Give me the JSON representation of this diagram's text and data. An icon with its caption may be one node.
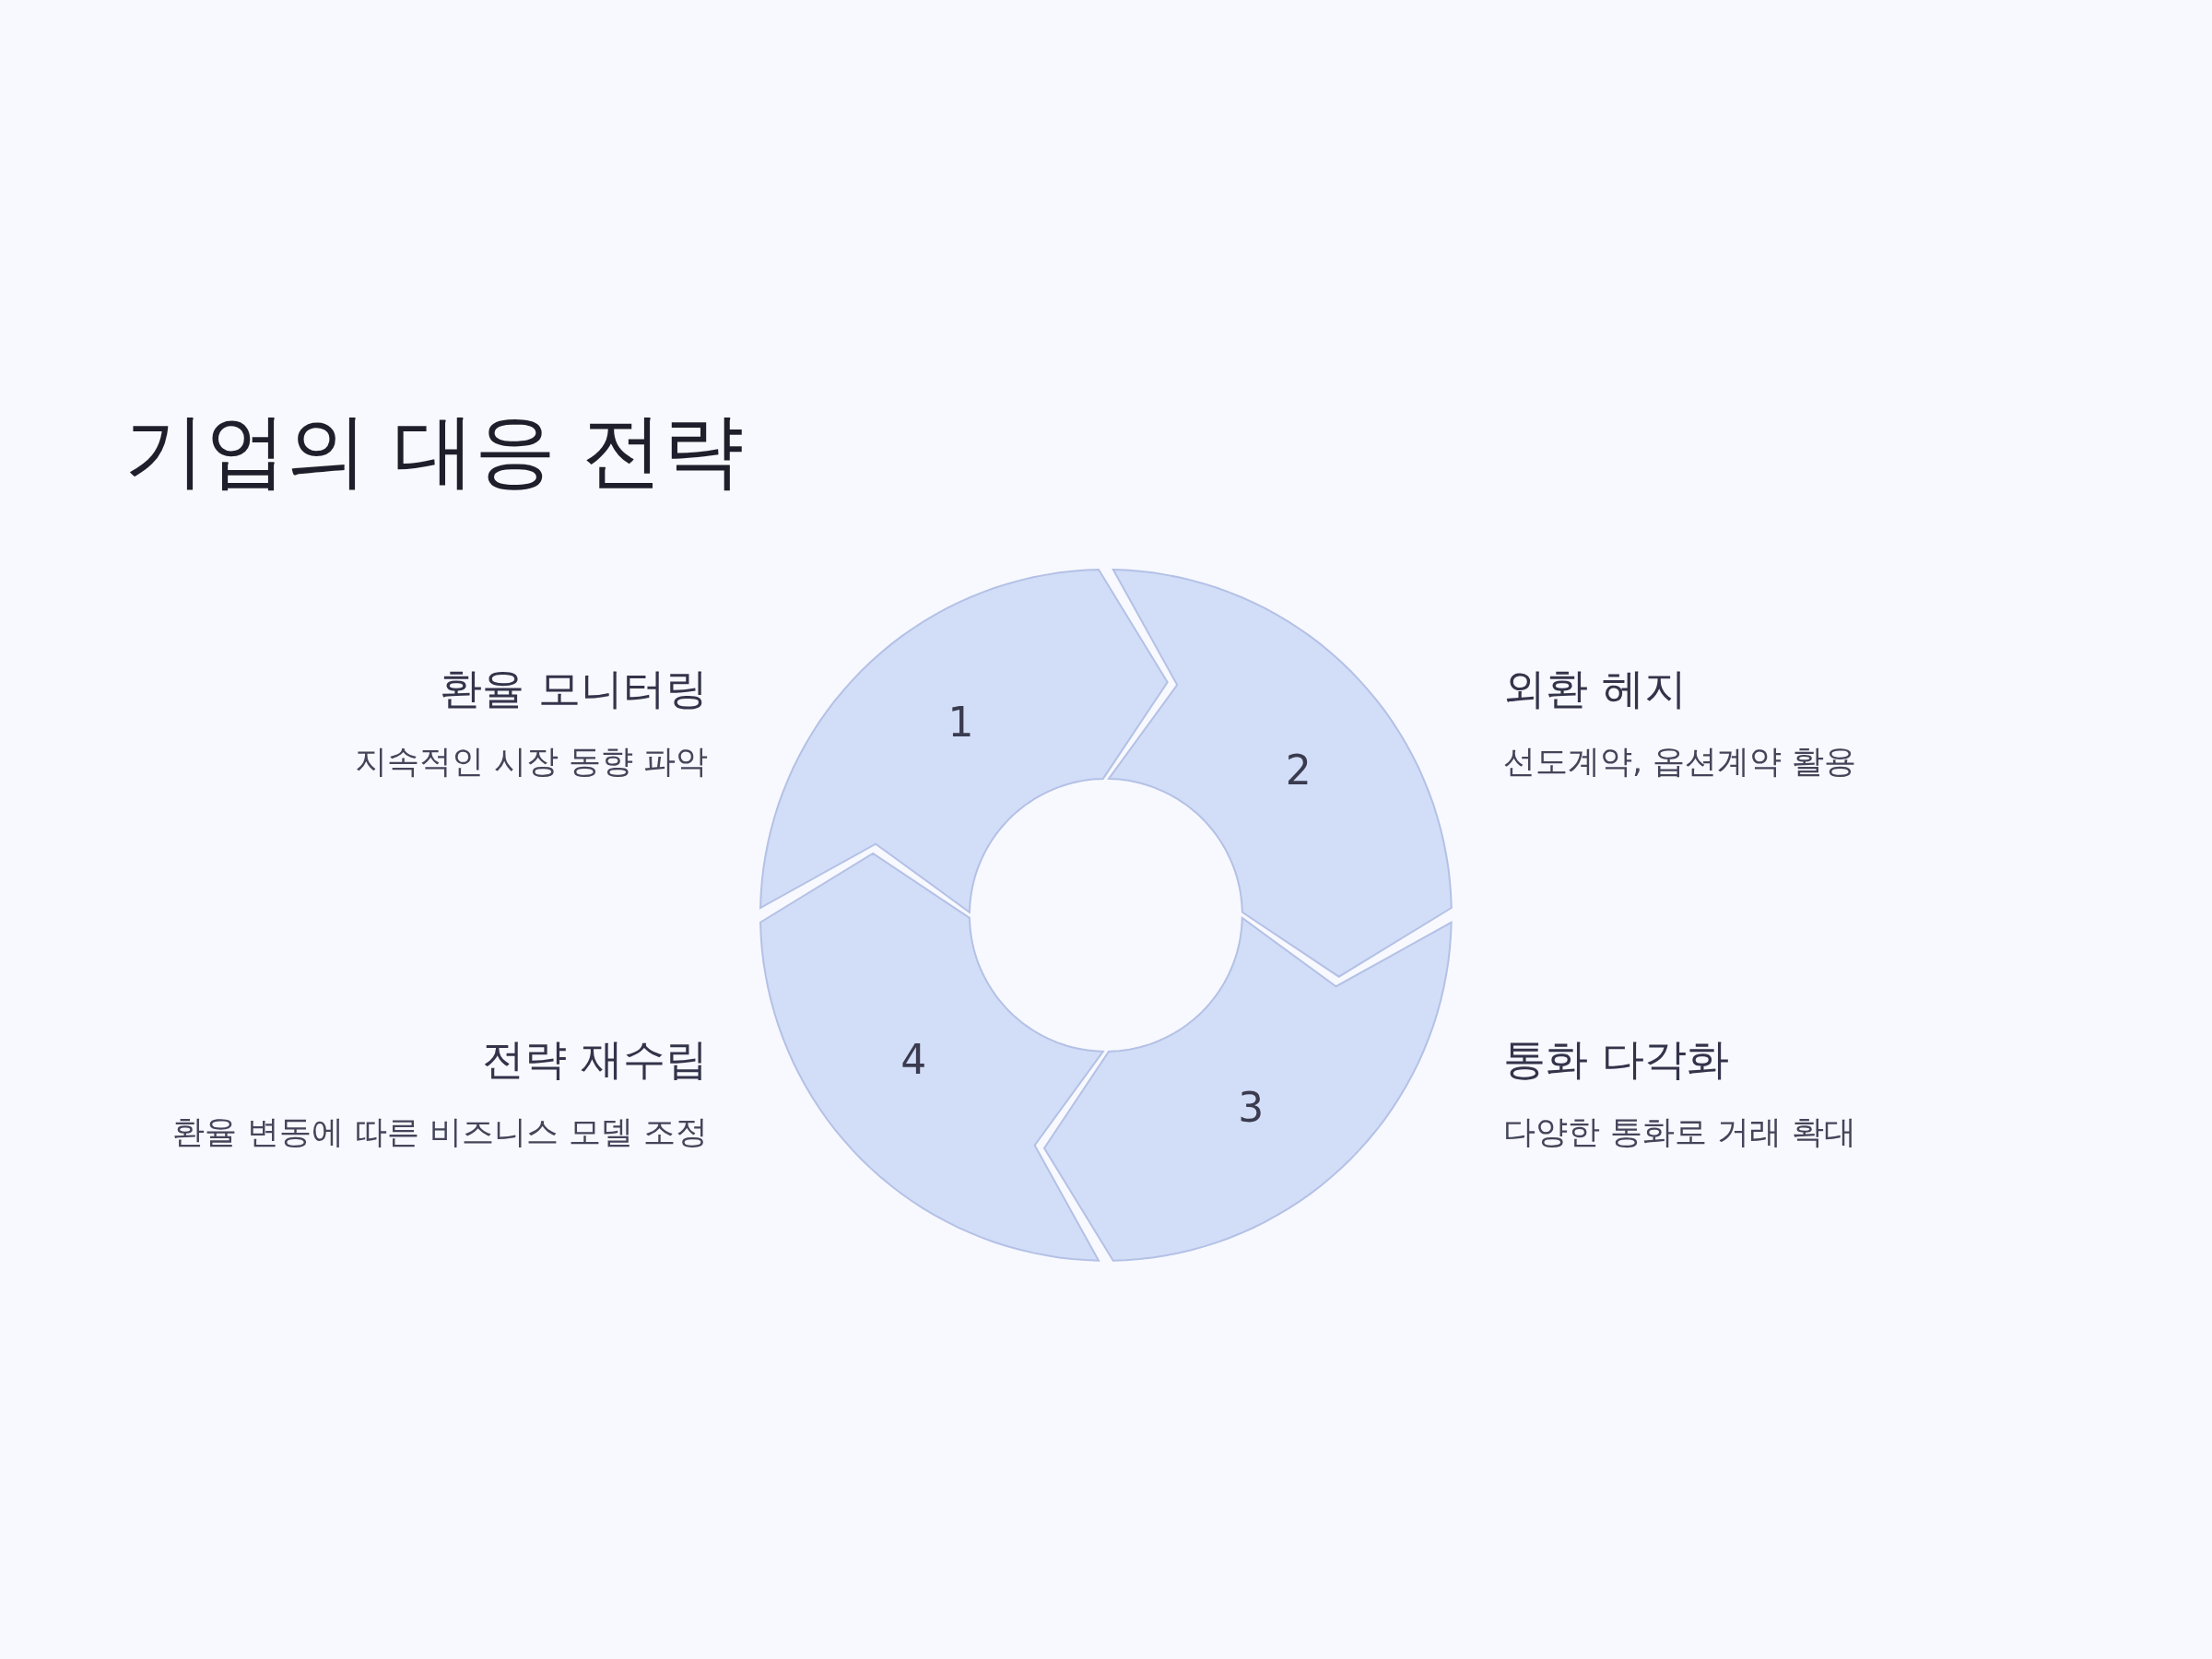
{
  "diagram": {
    "title": "기업의 대응 전략",
    "nodes": [
      {
        "text": [
          "1"
        ],
        "beside": [
          "환율 모니터링",
          "지속적인 시장 동향 파악"
        ]
      },
      {
        "text": [
          "2"
        ],
        "beside": [
          "외환 헤지",
          "선도계약, 옵션계약 활용"
        ]
      },
      {
        "text": [
          "3"
        ],
        "beside": [
          "통화 다각화",
          "다양한 통화로 거래 확대"
        ]
      },
      {
        "text": [
          "4"
        ],
        "beside": [
          "전략 재수립",
          "환율 변동에 따른 비즈니스 모델 조정"
        ]
      }
    ]
  }
}
